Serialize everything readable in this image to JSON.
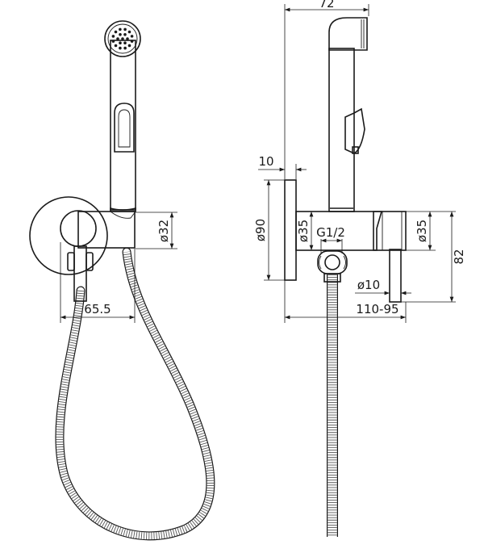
{
  "dimensions": {
    "overall_width": "72",
    "plate_thickness": "10",
    "plate_diameter": "ø90",
    "body_diameter_left": "ø35",
    "thread": "G1/2",
    "body_diameter_right": "ø35",
    "height": "82",
    "pin_diameter": "ø10",
    "projection": "110-95",
    "holder_diameter": "ø32",
    "handle_offset": "65.5"
  },
  "colors": {
    "line": "#1a1a1a",
    "background": "#ffffff"
  }
}
